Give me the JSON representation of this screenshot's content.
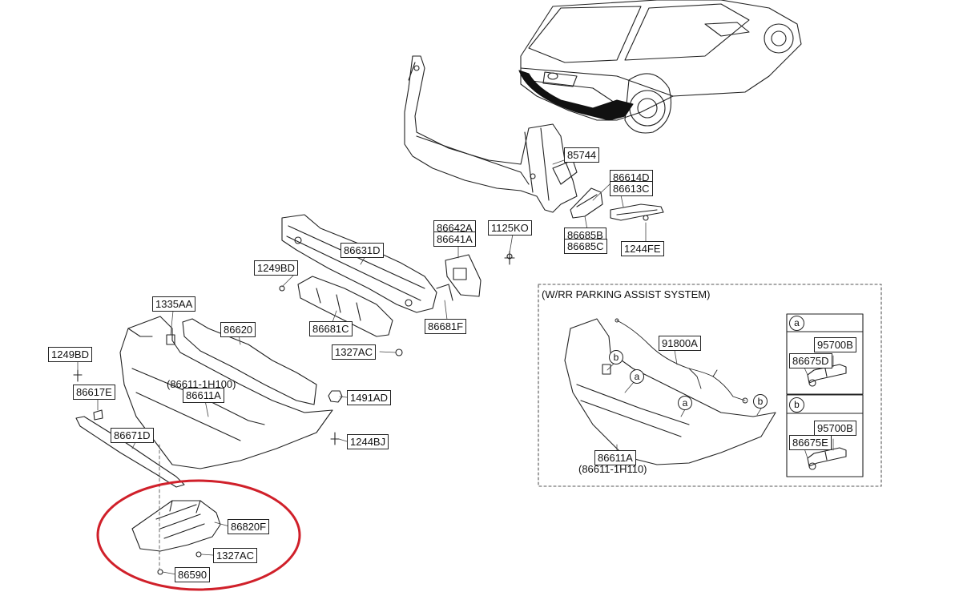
{
  "diagram": {
    "part_numbers": {
      "p85744": "85744",
      "p86614D": "86614D",
      "p86613C": "86613C",
      "p86642A": "86642A",
      "p86641A": "86641A",
      "p1125KO": "1125KO",
      "p86685B": "86685B",
      "p86685C": "86685C",
      "p1244FE": "1244FE",
      "p86631D": "86631D",
      "p1249BD_top": "1249BD",
      "p1335AA": "1335AA",
      "p86620": "86620",
      "p86681C": "86681C",
      "p86681F": "86681F",
      "p1327AC_top": "1327AC",
      "p1249BD_left": "1249BD",
      "p86617E": "86617E",
      "p86611A_alt": "(86611-1H100)",
      "p86611A": "86611A",
      "p1491AD": "1491AD",
      "p1244BJ": "1244BJ",
      "p86671D": "86671D",
      "p86820F": "86820F",
      "p1327AC_bottom": "1327AC",
      "p86590": "86590"
    },
    "parking_assist": {
      "title": "(W/RR PARKING ASSIST SYSTEM)",
      "p91800A": "91800A",
      "p86611A": "86611A",
      "p86611A_alt": "(86611-1H110)",
      "callout_a": "a",
      "callout_b": "b",
      "legend_a": {
        "marker": "a",
        "p95700B": "95700B",
        "p86675D": "86675D"
      },
      "legend_b": {
        "marker": "b",
        "p95700B": "95700B",
        "p86675E": "86675E"
      }
    },
    "highlight_color": "#d0202a",
    "line_color": "#222222"
  }
}
